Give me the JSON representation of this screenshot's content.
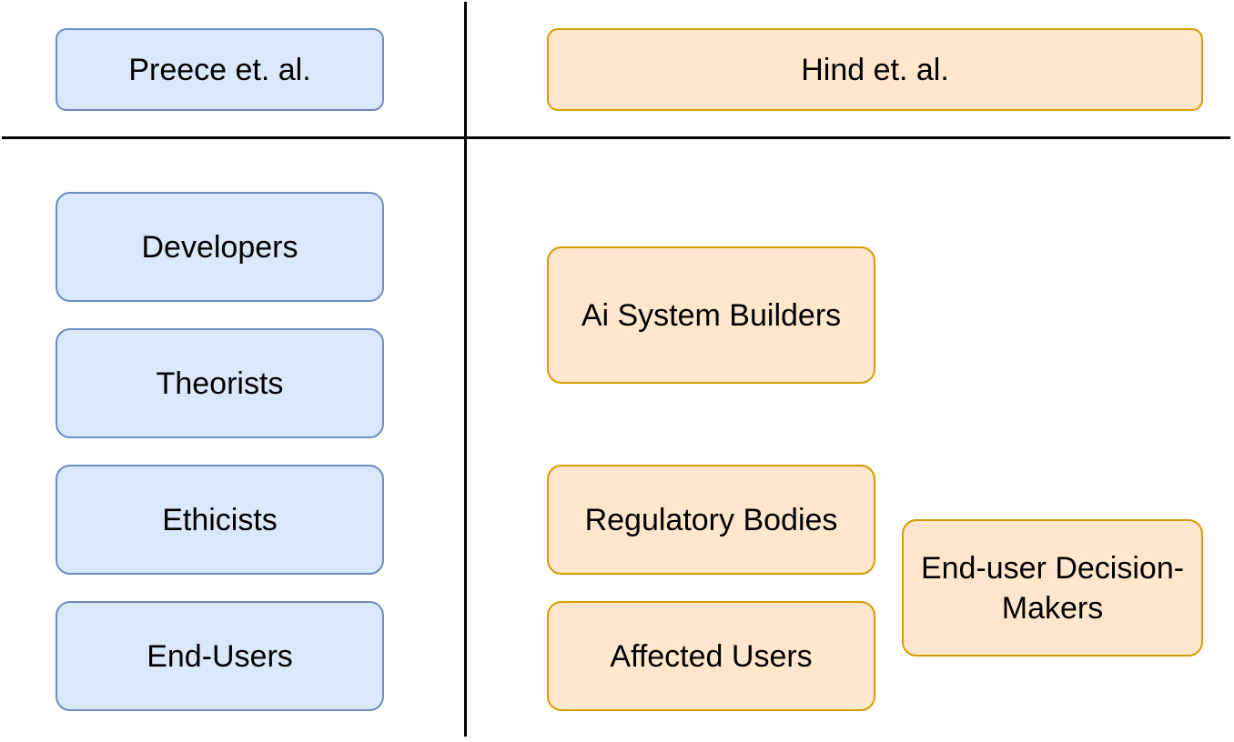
{
  "left_column": {
    "header": "Preece et. al.",
    "items": [
      "Developers",
      "Theorists",
      "Ethicists",
      "End-Users"
    ]
  },
  "right_column": {
    "header": "Hind et. al.",
    "items": [
      "Ai System Builders",
      "Regulatory Bodies",
      "Affected Users",
      "End-user Decision-Makers"
    ]
  },
  "colors": {
    "blue_fill": "#dae8fc",
    "blue_stroke": "#6c8ebf",
    "orange_fill": "#ffe6cc",
    "orange_stroke": "#d79b00"
  }
}
